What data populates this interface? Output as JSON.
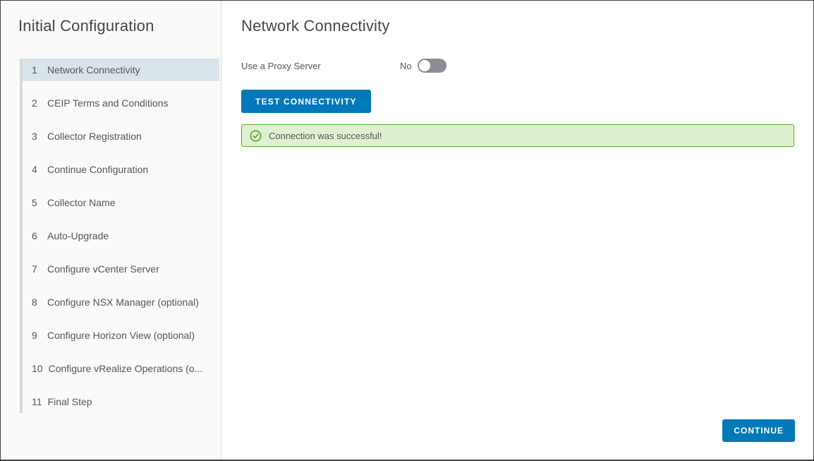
{
  "sidebar": {
    "title": "Initial Configuration",
    "steps": [
      {
        "number": "1",
        "label": "Network Connectivity",
        "active": true
      },
      {
        "number": "2",
        "label": "CEIP Terms and Conditions",
        "active": false
      },
      {
        "number": "3",
        "label": "Collector Registration",
        "active": false
      },
      {
        "number": "4",
        "label": "Continue Configuration",
        "active": false
      },
      {
        "number": "5",
        "label": "Collector Name",
        "active": false
      },
      {
        "number": "6",
        "label": "Auto-Upgrade",
        "active": false
      },
      {
        "number": "7",
        "label": "Configure vCenter Server",
        "active": false
      },
      {
        "number": "8",
        "label": "Configure NSX Manager (optional)",
        "active": false
      },
      {
        "number": "9",
        "label": "Configure Horizon View (optional)",
        "active": false
      },
      {
        "number": "10",
        "label": "Configure vRealize Operations (o...",
        "active": false
      },
      {
        "number": "11",
        "label": "Final Step",
        "active": false
      }
    ]
  },
  "main": {
    "title": "Network Connectivity",
    "proxy": {
      "label": "Use a Proxy Server",
      "value": "No",
      "enabled": false
    },
    "test_button_label": "TEST CONNECTIVITY",
    "alert": {
      "type": "success",
      "message": "Connection was successful!"
    },
    "continue_button_label": "CONTINUE"
  },
  "colors": {
    "primary_blue": "#0079b8",
    "active_step_bg": "#d9e4ea",
    "sidebar_bg": "#fafafa",
    "success_bg": "#dff0d0",
    "success_border": "#5ea426",
    "success_icon": "#4d9e22",
    "toggle_off_gray": "#8c8c94",
    "text_gray": "#565656",
    "title_gray": "#464646"
  }
}
